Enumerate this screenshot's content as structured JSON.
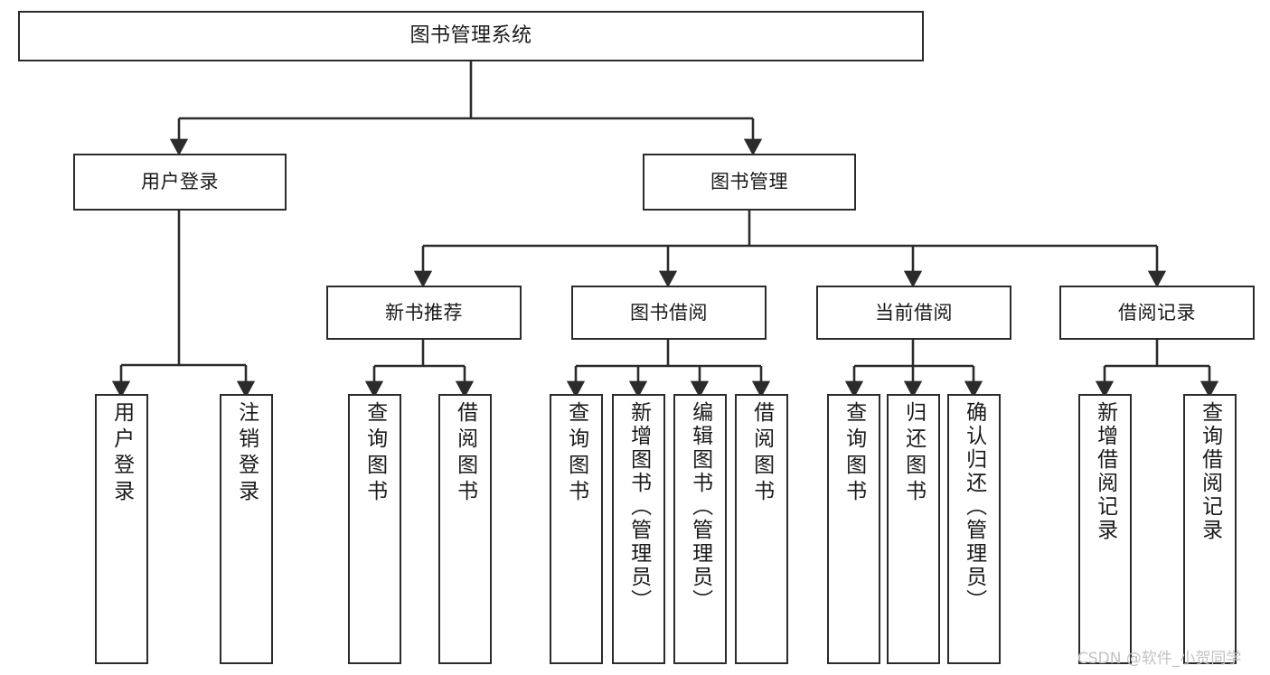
{
  "diagram": {
    "type": "tree-hierarchy-chart",
    "title": "图书管理系统",
    "line_color": "#2b2b2b",
    "box_fill": "#ffffff",
    "text_color": "#1a1a1a",
    "watermark": "CSDN @软件_小贺同学",
    "watermark_color": "#c2c2c2",
    "nodes": {
      "root": {
        "label": "图书管理系统"
      },
      "level2": [
        {
          "id": "user-login",
          "label": "用户登录"
        },
        {
          "id": "book-manage",
          "label": "图书管理"
        }
      ],
      "level3": [
        {
          "id": "new-book-recommend",
          "label": "新书推荐"
        },
        {
          "id": "book-borrow",
          "label": "图书借阅"
        },
        {
          "id": "current-borrow",
          "label": "当前借阅"
        },
        {
          "id": "borrow-record",
          "label": "借阅记录"
        }
      ],
      "leaves": {
        "user_login": [
          {
            "id": "leaf-user-login",
            "label": "用户登录"
          },
          {
            "id": "leaf-logout-login",
            "label": "注销登录"
          }
        ],
        "new_book_recommend": [
          {
            "id": "leaf-query-book-1",
            "label": "查询图书"
          },
          {
            "id": "leaf-borrow-book-1",
            "label": "借阅图书"
          }
        ],
        "book_borrow": [
          {
            "id": "leaf-query-book-2",
            "label": "查询图书"
          },
          {
            "id": "leaf-add-book",
            "label": "新增图书（管理员）"
          },
          {
            "id": "leaf-edit-book",
            "label": "编辑图书（管理员）"
          },
          {
            "id": "leaf-borrow-book-2",
            "label": "借阅图书"
          }
        ],
        "current_borrow": [
          {
            "id": "leaf-query-book-3",
            "label": "查询图书"
          },
          {
            "id": "leaf-return-book",
            "label": "归还图书"
          },
          {
            "id": "leaf-confirm-return",
            "label": "确认归还（管理员）"
          }
        ],
        "borrow_record": [
          {
            "id": "leaf-add-record",
            "label": "新增借阅记录"
          },
          {
            "id": "leaf-query-record",
            "label": "查询借阅记录"
          }
        ]
      }
    }
  }
}
